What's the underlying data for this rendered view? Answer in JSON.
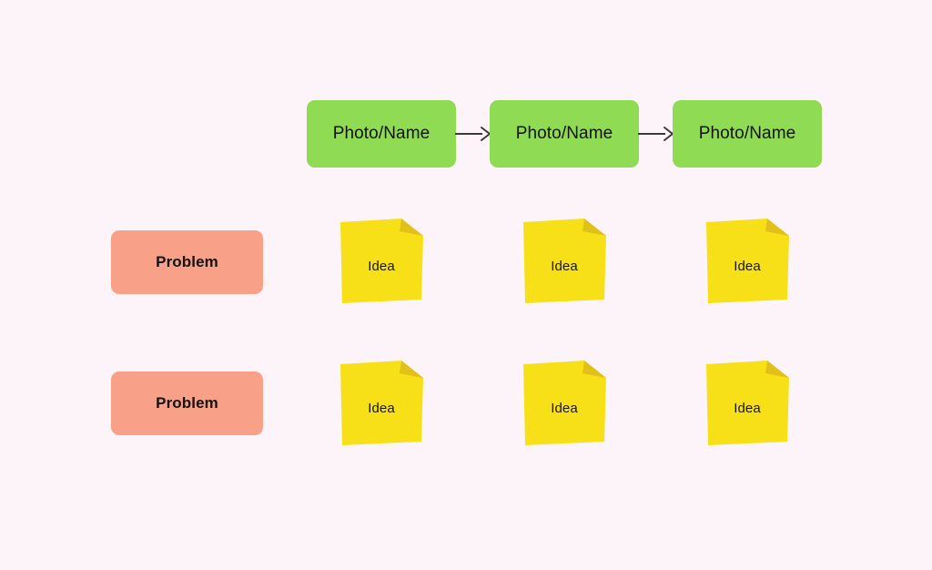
{
  "board": {
    "background_color": "#fdf4fa",
    "flow": {
      "arrow_color": "#3a3a3a",
      "nodes": [
        {
          "label": "Photo/Name"
        },
        {
          "label": "Photo/Name"
        },
        {
          "label": "Photo/Name"
        }
      ],
      "arrows": [
        {
          "name": "arrow-1"
        },
        {
          "name": "arrow-2"
        }
      ]
    },
    "problems": {
      "color": "#f9a188",
      "items": [
        {
          "label": "Problem"
        },
        {
          "label": "Problem"
        }
      ]
    },
    "ideas": {
      "color": "#f7e017",
      "fold_color": "#e2c01a",
      "rows": [
        {
          "cells": [
            {
              "label": "Idea"
            },
            {
              "label": "Idea"
            },
            {
              "label": "Idea"
            }
          ]
        },
        {
          "cells": [
            {
              "label": "Idea"
            },
            {
              "label": "Idea"
            },
            {
              "label": "Idea"
            }
          ]
        }
      ]
    }
  }
}
